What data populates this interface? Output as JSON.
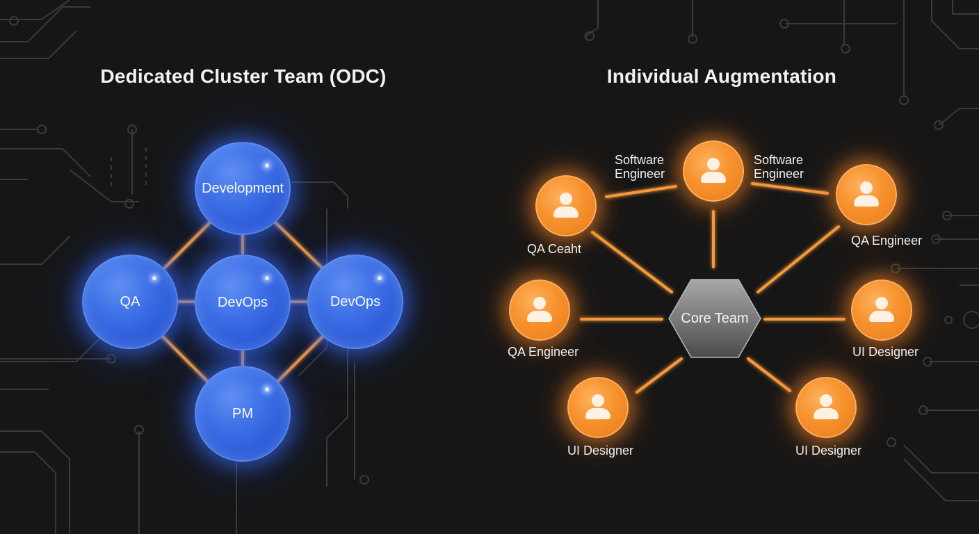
{
  "left": {
    "title": "Dedicated Cluster Team (ODC)",
    "nodes": {
      "development": "Development",
      "qa": "QA",
      "devops_center": "DevOps",
      "devops_right": "DevOps",
      "pm": "PM"
    }
  },
  "right": {
    "title": "Individual Augmentation",
    "core": "Core Team",
    "labels": {
      "software_engineer_1": "Software Engineer",
      "software_engineer_2": "Software Engineer",
      "qa_ceaht": "QA Ceaht",
      "qa_engineer_right": "QA Engineer",
      "qa_engineer_left": "QA Engineer",
      "ui_designer_right": "UI Designer",
      "ui_designer_bottom_left": "UI Designer",
      "ui_designer_bottom_right": "UI Designer"
    },
    "icon": "person-icon"
  },
  "colors": {
    "background": "#161616",
    "blue_node": "#2b58d4",
    "orange_node": "#f7922e",
    "connector": "#f59a3c",
    "core_gray": "#8a8a8a"
  }
}
